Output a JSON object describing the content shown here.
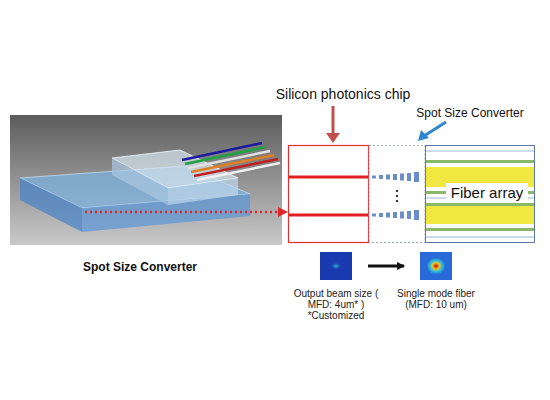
{
  "diagram": {
    "nodes": [
      {
        "text": [
          "Fiber array"
        ]
      },
      {
        "text": [
          "Output beam size ( MFD: 4um* )",
          "*Customized"
        ]
      },
      {
        "text": [
          "Single mode fiber (MFD: 10 um)"
        ]
      }
    ],
    "edges": [
      {
        "from": 1,
        "to": 2,
        "arrow": "to"
      }
    ],
    "labels": [
      "Silicon photonics chip",
      "Spot Size Converter",
      "Spot Size Converter"
    ]
  }
}
